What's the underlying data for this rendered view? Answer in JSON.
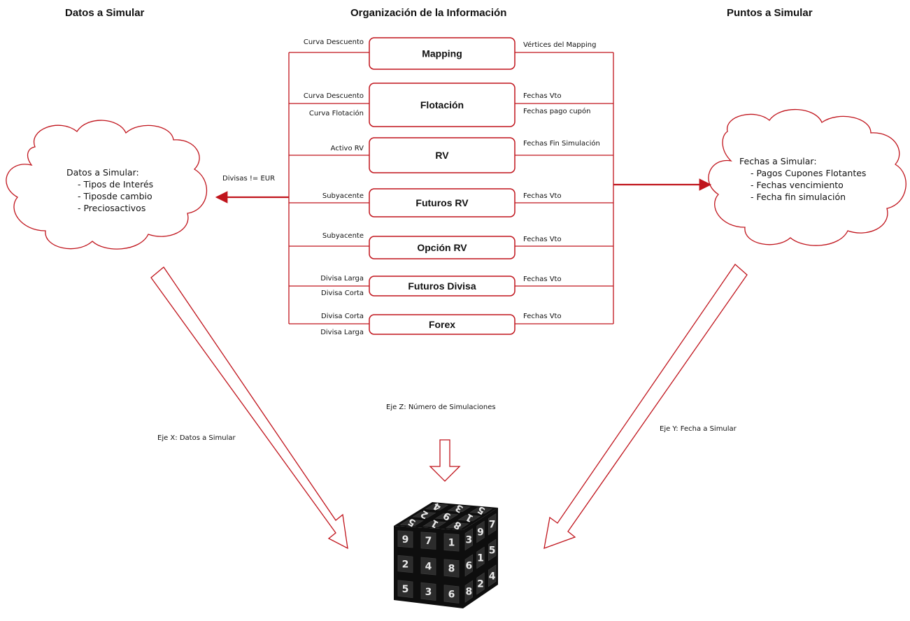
{
  "columns": {
    "left_title": "Datos a Simular",
    "center_title": "Organización de la Información",
    "right_title": "Puntos a Simular"
  },
  "boxes": [
    {
      "label": "Mapping",
      "inputs": [
        "Curva Descuento"
      ],
      "outputs": [
        "Vértices del Mapping"
      ]
    },
    {
      "label": "Flotación",
      "inputs": [
        "Curva Descuento",
        "Curva Flotación"
      ],
      "outputs": [
        "Fechas Vto",
        "Fechas pago cupón"
      ]
    },
    {
      "label": "RV",
      "inputs": [
        "Activo RV"
      ],
      "outputs": [
        "Fechas Fin Simulación"
      ]
    },
    {
      "label": "Futuros RV",
      "inputs": [
        "Subyacente"
      ],
      "outputs": [
        "Fechas Vto"
      ]
    },
    {
      "label": "Opción RV",
      "inputs": [
        "Subyacente"
      ],
      "outputs": [
        "Fechas Vto"
      ]
    },
    {
      "label": "Futuros Divisa",
      "inputs": [
        "Divisa Larga",
        "Divisa Corta"
      ],
      "outputs": [
        "Fechas Vto"
      ]
    },
    {
      "label": "Forex",
      "inputs": [
        "Divisa Corta",
        "Divisa Larga"
      ],
      "outputs": [
        "Fechas Vto"
      ]
    }
  ],
  "left_arrow_label": "Divisas != EUR",
  "left_cloud": {
    "title": "Datos a Simular:",
    "items": [
      "- Tipos de Interés",
      "- Tiposde cambio",
      "- Preciosactivos"
    ]
  },
  "right_cloud": {
    "title": "Fechas a Simular:",
    "items": [
      "- Pagos Cupones Flotantes",
      "- Fechas vencimiento",
      "- Fecha fin simulación"
    ]
  },
  "axes": {
    "x_label": "Eje X: Datos a Simular",
    "y_label": "Eje Y: Fecha a Simular",
    "z_label": "Eje Z: Número de Simulaciones"
  },
  "cube": {
    "top_numbers": [
      "4",
      "3",
      "5",
      "2",
      "9",
      "1",
      "5",
      "1",
      "8"
    ],
    "front_numbers": [
      "9",
      "7",
      "1",
      "2",
      "4",
      "8",
      "5",
      "3",
      "6"
    ],
    "right_numbers": [
      "3",
      "9",
      "7",
      "6",
      "1",
      "5",
      "8",
      "2",
      "4"
    ]
  },
  "colors": {
    "accent": "#c0141c",
    "box_stroke": "#c0141c",
    "line": "#c0141c",
    "cube_dark": "#1c1c1c"
  }
}
